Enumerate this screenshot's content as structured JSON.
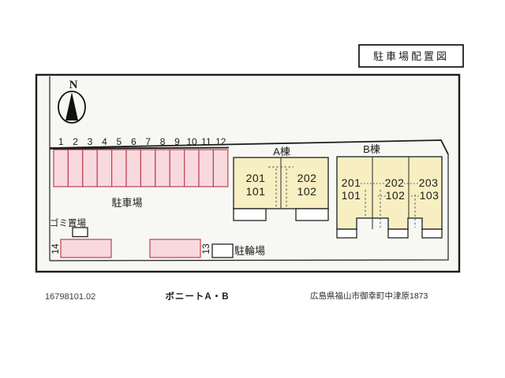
{
  "page": {
    "title": "駐車場配置図"
  },
  "compass": {
    "north_label": "N"
  },
  "parking": {
    "area_label": "駐車場",
    "space_numbers": [
      "1",
      "2",
      "3",
      "4",
      "5",
      "6",
      "7",
      "8",
      "9",
      "10",
      "11",
      "12"
    ],
    "space_13": "13",
    "space_14": "14"
  },
  "facilities": {
    "garbage_label": "ゴミ置場",
    "bicycle_label": "駐輪場"
  },
  "building_a": {
    "name": "A棟",
    "units": [
      {
        "upper": "201",
        "lower": "101"
      },
      {
        "upper": "202",
        "lower": "102"
      }
    ]
  },
  "building_b": {
    "name": "B棟",
    "units": [
      {
        "upper": "201",
        "lower": "101"
      },
      {
        "upper": "202",
        "lower": "102"
      },
      {
        "upper": "203",
        "lower": "103"
      }
    ]
  },
  "footer": {
    "drawing_number": "16798101.02",
    "property_name": "ボニートA・B",
    "address": "広島県福山市御幸町中津原1873"
  },
  "colors": {
    "parking_fill": "#f8d9dd",
    "parking_stroke": "#c04052",
    "building_fill": "#f7efc2",
    "site_background": "#f7f7f4",
    "line": "#1d1d1b"
  }
}
